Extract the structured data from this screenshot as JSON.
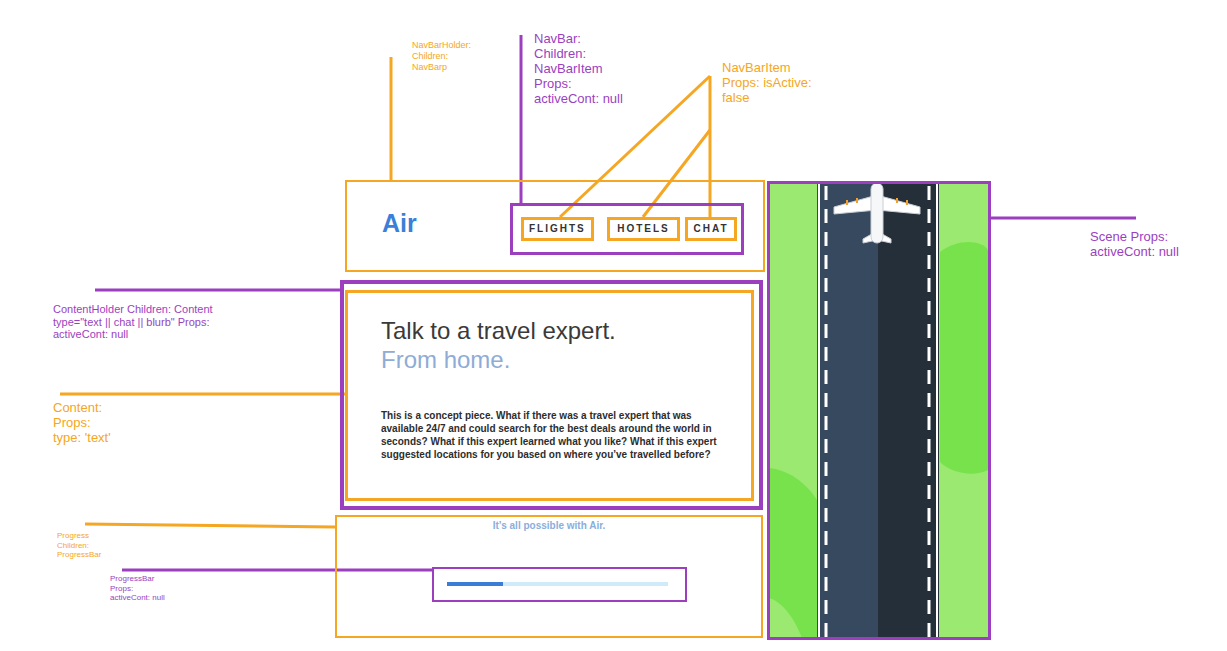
{
  "diagram": {
    "nodes": [
      {
        "text": [
          "NavBarHolder: Children: NavBarp",
          "Air"
        ]
      },
      {
        "text": [
          "NavBar: Children: NavBarItem Props: activeCont: null"
        ],
        "in": 0
      },
      {
        "text": [
          "FLIGHTS"
        ],
        "in": 1
      },
      {
        "text": [
          "HOTELS"
        ],
        "in": 1
      },
      {
        "text": [
          "CHAT"
        ],
        "in": 1
      },
      {
        "text": [
          "Scene Props: activeCont: null"
        ]
      },
      {
        "text": [
          "ContentHolder Children: Content type=\"text || chat || blurb\" Props: activeCont: null"
        ]
      },
      {
        "text": [
          "Content: Props: type: 'text'",
          "Talk to a travel expert.",
          "From home.",
          "This is a concept piece. What if there was a travel expert that was available 24/7 and could search for the best deals around the world in seconds? What if this expert learned what you like? What if this expert suggested locations for you based on where you’ve travelled before?"
        ],
        "in": 6
      },
      {
        "text": [
          "Progress Children: ProgressBar",
          "It’s all possible with Air."
        ]
      },
      {
        "text": [
          "ProgressBar Props: activeCont: null"
        ],
        "in": 8
      }
    ],
    "labels": [
      "NavBarItem Props: isActive: false"
    ]
  }
}
